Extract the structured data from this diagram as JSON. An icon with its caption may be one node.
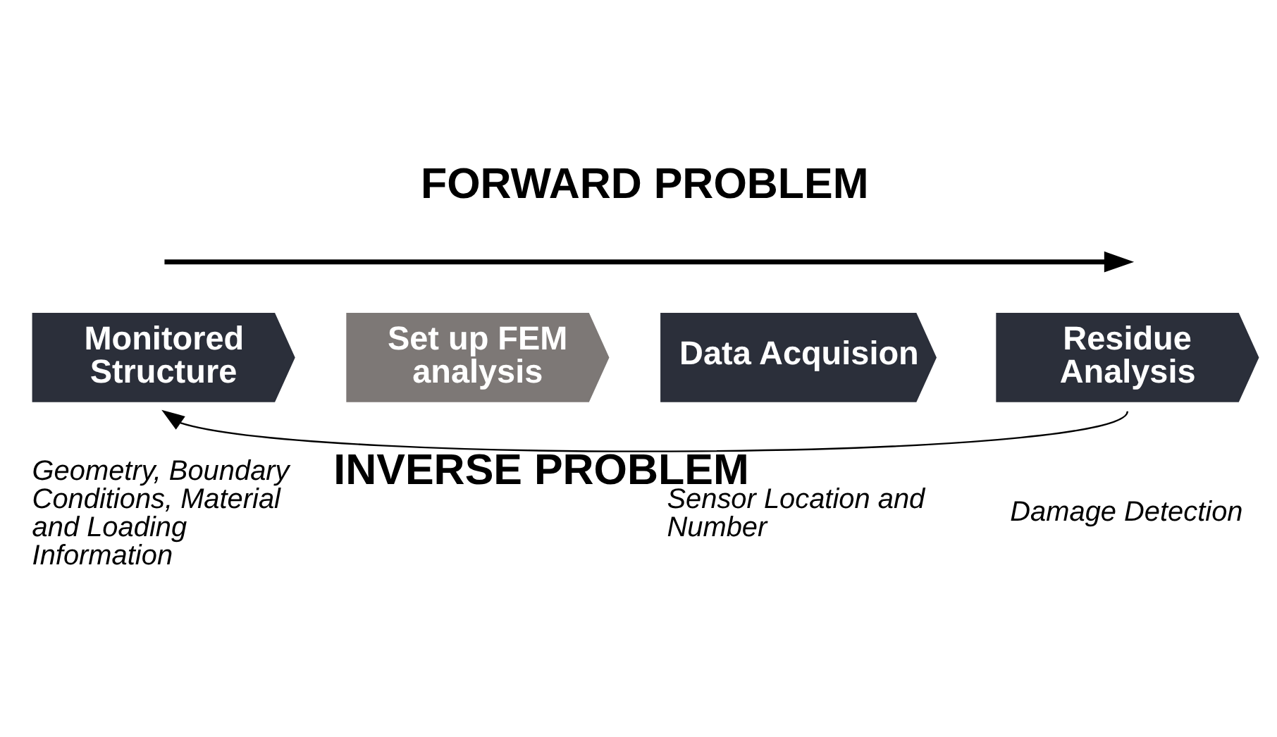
{
  "diagram": {
    "nodes": [
      {
        "text": [
          "Monitored Structure"
        ],
        "beside": [
          "Geometry, Boundary Conditions, Material and Loading Information"
        ]
      },
      {
        "text": [
          "Set up FEM analysis"
        ]
      },
      {
        "text": [
          "Data Acquision"
        ],
        "beside": [
          "Sensor Location and Number"
        ]
      },
      {
        "text": [
          "Residue Analysis"
        ],
        "beside": [
          "Damage Detection"
        ]
      }
    ],
    "edges": [
      {
        "from": 3,
        "to": 0,
        "arrow": "to",
        "label": "INVERSE PROBLEM"
      }
    ],
    "labels": [
      "FORWARD PROBLEM"
    ]
  }
}
